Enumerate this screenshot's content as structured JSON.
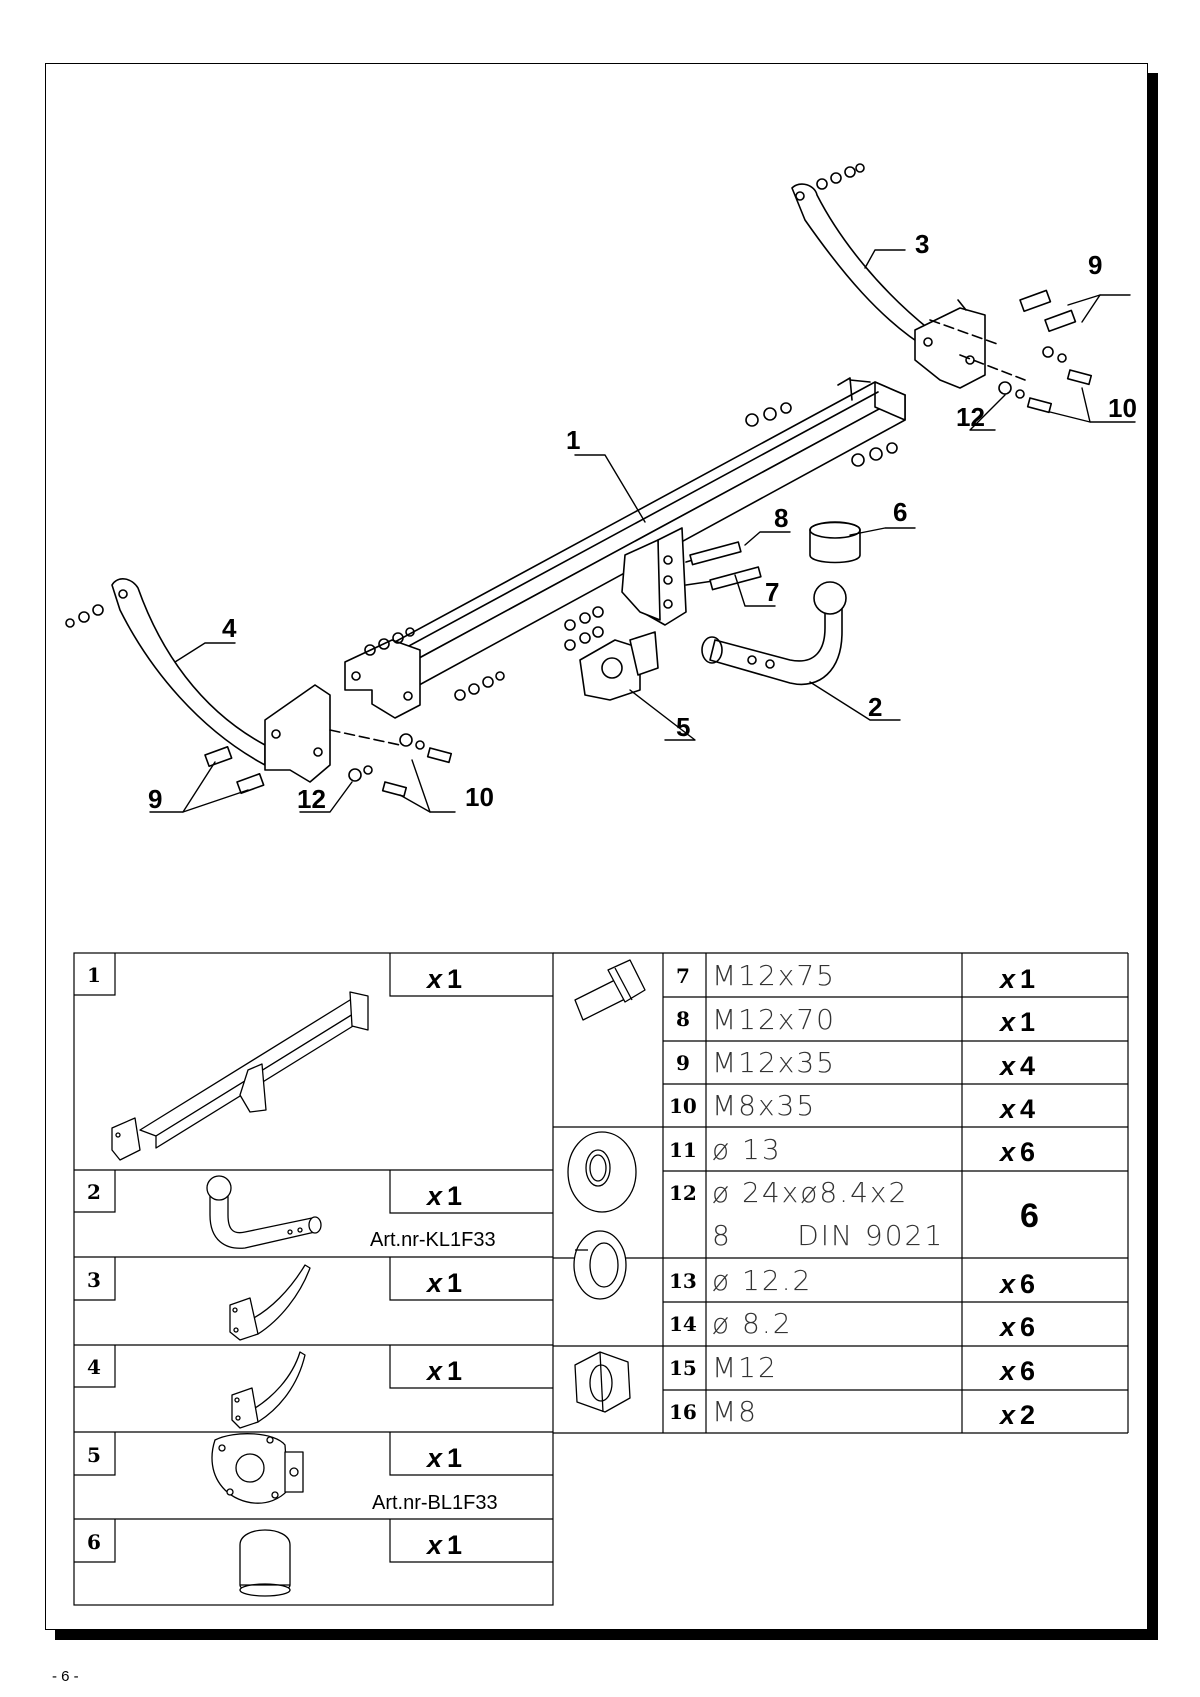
{
  "page": {
    "number": "- 6 -"
  },
  "diagram": {
    "callouts": [
      "1",
      "2",
      "3",
      "4",
      "5",
      "6",
      "7",
      "8",
      "9",
      "10",
      "12"
    ]
  },
  "parts_left": [
    {
      "num": "1",
      "qty": "1",
      "art": ""
    },
    {
      "num": "2",
      "qty": "1",
      "art": "Art.nr-KL1F33"
    },
    {
      "num": "3",
      "qty": "1",
      "art": ""
    },
    {
      "num": "4",
      "qty": "1",
      "art": ""
    },
    {
      "num": "5",
      "qty": "1",
      "art": "Art.nr-BL1F33"
    },
    {
      "num": "6",
      "qty": "1",
      "art": ""
    }
  ],
  "parts_right": [
    {
      "num": "7",
      "spec": "M12x75",
      "qty": "1"
    },
    {
      "num": "8",
      "spec": "M12x70",
      "qty": "1"
    },
    {
      "num": "9",
      "spec": "M12x35",
      "qty": "4"
    },
    {
      "num": "10",
      "spec": "M8x35",
      "qty": "4"
    },
    {
      "num": "11",
      "spec": "ø 13",
      "qty": "6"
    },
    {
      "num": "12",
      "spec": "ø 24xø8.4x2",
      "spec2": "8      DIN 9021",
      "qty": "6"
    },
    {
      "num": "13",
      "spec": "ø 12.2",
      "qty": "6"
    },
    {
      "num": "14",
      "spec": "ø 8.2",
      "qty": "6"
    },
    {
      "num": "15",
      "spec": "M12",
      "qty": "6"
    },
    {
      "num": "16",
      "spec": "M8",
      "qty": "2"
    }
  ],
  "qty_prefix": "x"
}
